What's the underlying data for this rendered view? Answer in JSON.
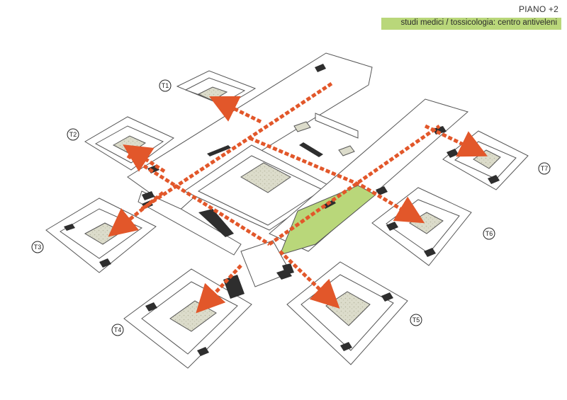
{
  "header": {
    "floor": "PIANO +2",
    "subtitle": "studi medici / tossicologia: centro antiveleni"
  },
  "towers": [
    {
      "id": "t1",
      "label": "T1"
    },
    {
      "id": "t2",
      "label": "T2"
    },
    {
      "id": "t3",
      "label": "T3"
    },
    {
      "id": "t4",
      "label": "T4"
    },
    {
      "id": "t5",
      "label": "T5"
    },
    {
      "id": "t6",
      "label": "T6"
    },
    {
      "id": "t7",
      "label": "T7"
    }
  ],
  "colors": {
    "path": "#e2572a",
    "highlight": "#b9d77a",
    "courtyard": "#d9d9c9",
    "block": "#2e2e2e",
    "line": "#555555"
  }
}
